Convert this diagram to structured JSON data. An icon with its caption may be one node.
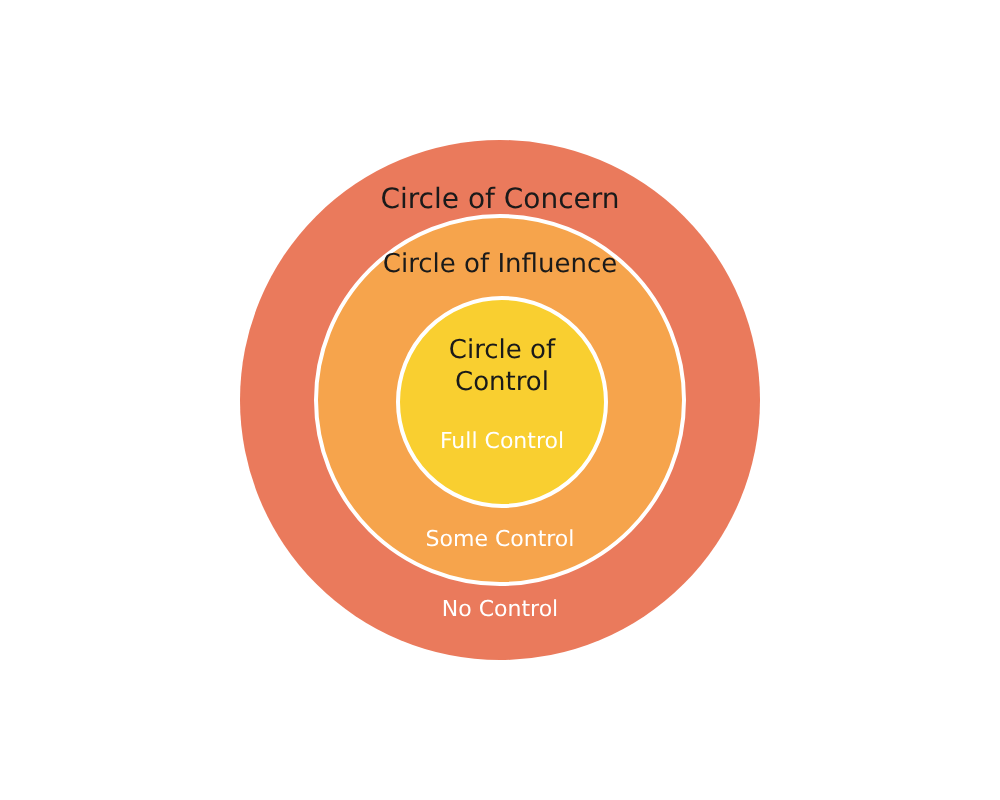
{
  "diagram": {
    "nodes": [
      {
        "text": [
          "Circle of Concern",
          "No Control"
        ]
      },
      {
        "text": [
          "Circle of Influence",
          "Some Control"
        ],
        "in": 0
      },
      {
        "text": [
          "Circle of Control",
          "Full Control"
        ],
        "in": 1
      }
    ]
  }
}
